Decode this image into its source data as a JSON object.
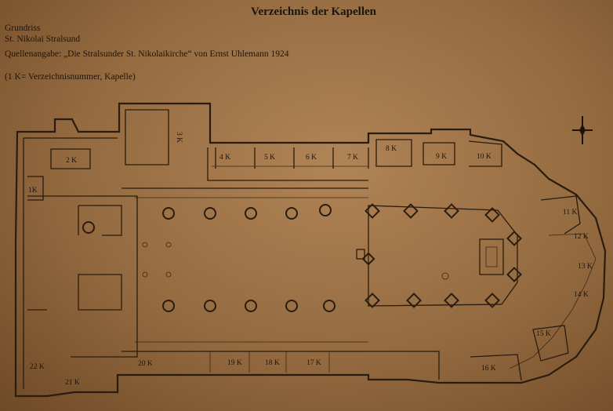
{
  "title": "Verzeichnis der Kapellen",
  "header": {
    "line1": "Grundriss",
    "line2": "St. Nikolai Stralsund",
    "source": "Quellenangabe: „Die Stralsunder St. Nikolaikirche“ von Ernst Uhlemann 1924",
    "legend": "(1 K= Verzeichnisnummer, Kapelle)"
  },
  "chapels": {
    "k1": "1K",
    "k2": "2 K",
    "k3": "3 K",
    "k4": "4 K",
    "k5": "5 K",
    "k6": "6 K",
    "k7": "7 K",
    "k8": "8 K",
    "k9": "9 K",
    "k10": "10 K",
    "k11": "11 K",
    "k12": "12 K",
    "k13": "13 K",
    "k14": "14 K",
    "k15": "15 K",
    "k16": "16 K",
    "k17": "17 K",
    "k18": "18 K",
    "k19": "19 K",
    "k20": "20 K",
    "k21": "21 K",
    "k22": "22 K"
  },
  "colors": {
    "paper": "#a87c4e",
    "ink": "#2a1c0e"
  },
  "compass_icon": "north-cross-icon"
}
